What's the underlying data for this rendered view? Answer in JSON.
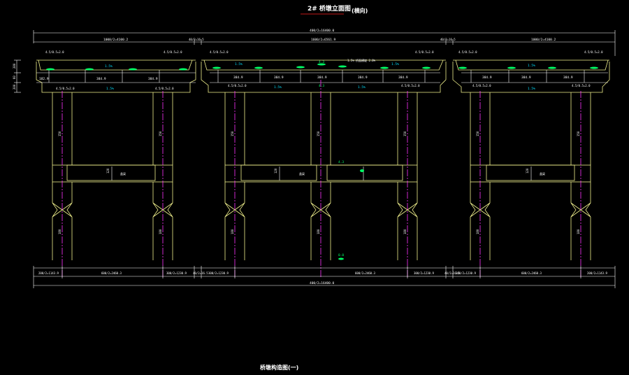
{
  "title": {
    "main": "2# 桥墩立面图",
    "sub": "(横向)",
    "footer": "桥墩构造图(一)"
  },
  "dims": {
    "total_top": "400/2=16400.0",
    "total_bottom": "400/2=16400.0",
    "top_segments": [
      "1000/2=4100.2",
      "40/2=16.5",
      "1600/2=6561.9",
      "40/2=16.5",
      "1000/2=4100.2"
    ],
    "bottom_segments": [
      "200/2=1143.9",
      "600/2=2460.3",
      "300/2=1230.9",
      "40/2=16.5",
      "300/2=1230.9",
      "600/2=2460.3",
      "300/2=1230.9",
      "40/2=16.5",
      "300/2=1230.9",
      "600/2=2460.3",
      "200/2=1143.9"
    ],
    "left_heights": [
      "280",
      "60",
      "200"
    ]
  },
  "labels": {
    "deck_sub": [
      "182.9",
      "384.9",
      "384.9"
    ],
    "deck_mid": [
      "384.9",
      "384.9",
      "384.9",
      "384.9",
      "384.9"
    ],
    "slope": "1.5%",
    "edge_top": "4.5/0.5=2.0",
    "pier_dim": "150",
    "beam_dim": "120",
    "beam_label": "盖梁",
    "col_dim": "180",
    "elev_top": "4.3",
    "elev_bottom": "0.0",
    "mid_label": "1.5% 桥面横坡 2.0%"
  },
  "colors": {
    "structure": "#f0f08c",
    "centerline": "#ff33ff",
    "dimension": "#ffffff",
    "slope_mark": "#00ff66",
    "title_underline": "#ff2020"
  }
}
